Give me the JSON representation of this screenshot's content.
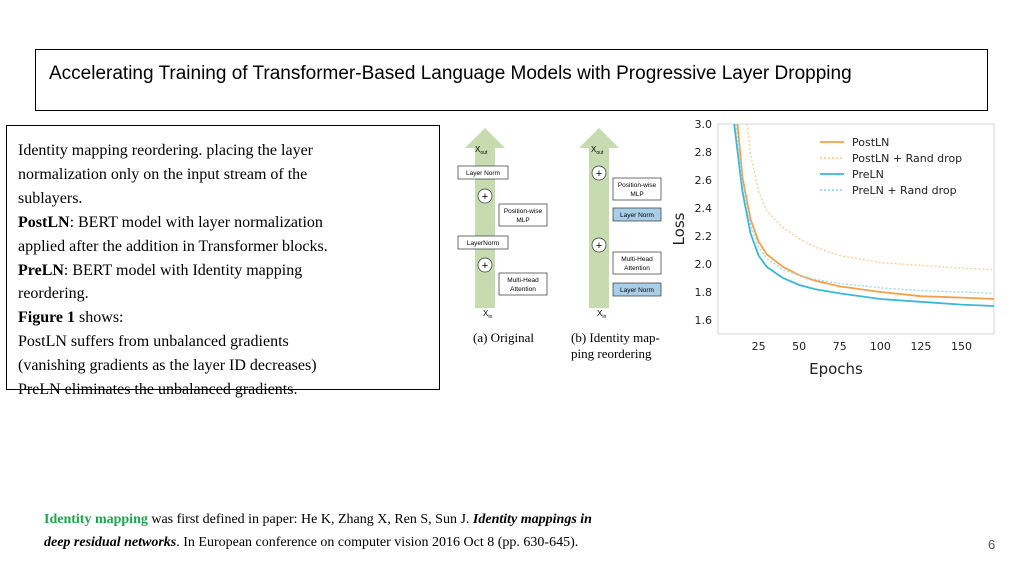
{
  "slide": {
    "title": "Accelerating Training of Transformer-Based Language Models with Progressive Layer Dropping",
    "page_number": "6"
  },
  "text_box": {
    "line1": "Identity mapping reordering. placing the layer",
    "line2": "normalization only on the input stream of the",
    "line3": "sublayers.",
    "postln_term": "PostLN",
    "postln_def_1": ": BERT model with layer normalization",
    "postln_def_2": "applied after the addition in Transformer blocks.",
    "preln_term": "PreLN",
    "preln_def_1": ": BERT model with Identity mapping",
    "preln_def_2": "reordering.",
    "figure_term": "Figure 1",
    "figure_rest": " shows:",
    "bullet1": "PostLN suffers from unbalanced gradients",
    "bullet2": "(vanishing gradients as the layer ID decreases)",
    "bullet3": "PreLN eliminates the unbalanced gradients."
  },
  "diagram": {
    "original": {
      "x_out": "X",
      "x_out_sub": "out",
      "x_in": "X",
      "x_in_sub": "in",
      "layer_norm_top": "Layer Norm",
      "mlp_1": "Position-wise",
      "mlp_2": "MLP",
      "layer_norm_mid": "LayerNorm",
      "attn_1": "Multi-Head",
      "attn_2": "Attention",
      "plus": "+",
      "caption": "(a) Original"
    },
    "reordered": {
      "x_out": "X",
      "x_out_sub": "out",
      "x_in": "X",
      "x_in_sub": "in",
      "mlp_1": "Position-wise",
      "mlp_2": "MLP",
      "layer_norm_1": "Layer Norm",
      "attn_1": "Multi-Head",
      "attn_2": "Attention",
      "layer_norm_2": "Layer Norm",
      "plus": "+",
      "caption_1": "(b) Identity map-",
      "caption_2": "ping reordering"
    },
    "colors": {
      "stream": "#c6dcb0",
      "norm_fill": "#a9cfe8",
      "box_border": "#333333"
    }
  },
  "chart_data": {
    "type": "line",
    "xlabel": "Epochs",
    "ylabel": "Loss",
    "xlim": [
      0,
      170
    ],
    "ylim": [
      1.5,
      3.0
    ],
    "xticks": [
      25,
      50,
      75,
      100,
      125,
      150
    ],
    "xtick_labels": [
      "25",
      "50",
      "75",
      "100",
      "125",
      "150"
    ],
    "yticks": [
      1.6,
      1.8,
      2.0,
      2.2,
      2.4,
      2.6,
      2.8,
      3.0
    ],
    "ytick_labels": [
      "1.6",
      "1.8",
      "2.0",
      "2.2",
      "2.4",
      "2.6",
      "2.8",
      "3.0"
    ],
    "legend_position": "top-right",
    "series": [
      {
        "name": "PostLN",
        "color": "#f4a04a",
        "dashed": false,
        "x": [
          12,
          15,
          20,
          25,
          30,
          40,
          50,
          60,
          75,
          100,
          125,
          150,
          170
        ],
        "y": [
          3.0,
          2.62,
          2.32,
          2.16,
          2.07,
          1.98,
          1.92,
          1.88,
          1.84,
          1.8,
          1.77,
          1.76,
          1.75
        ]
      },
      {
        "name": "PostLN + Rand drop",
        "color": "#f8cfa0",
        "dashed": true,
        "x": [
          18,
          20,
          25,
          30,
          40,
          50,
          60,
          75,
          100,
          125,
          150,
          170
        ],
        "y": [
          3.0,
          2.78,
          2.52,
          2.38,
          2.26,
          2.18,
          2.12,
          2.06,
          2.01,
          1.99,
          1.97,
          1.96
        ]
      },
      {
        "name": "PreLN",
        "color": "#3bb8d6",
        "dashed": false,
        "x": [
          10,
          15,
          20,
          25,
          30,
          40,
          50,
          60,
          75,
          100,
          125,
          150,
          170
        ],
        "y": [
          3.0,
          2.52,
          2.22,
          2.06,
          1.98,
          1.9,
          1.85,
          1.82,
          1.79,
          1.75,
          1.73,
          1.71,
          1.7
        ]
      },
      {
        "name": "PreLN + Rand drop",
        "color": "#9fd8ea",
        "dashed": true,
        "x": [
          11,
          15,
          20,
          25,
          30,
          40,
          50,
          60,
          75,
          100,
          125,
          150,
          170
        ],
        "y": [
          3.0,
          2.58,
          2.28,
          2.12,
          2.04,
          1.96,
          1.92,
          1.89,
          1.86,
          1.83,
          1.81,
          1.8,
          1.79
        ]
      }
    ]
  },
  "footnote": {
    "term": "Identity mapping",
    "text1": " was first defined in paper: He K, Zhang X, Ren S, Sun J. ",
    "title1": "Identity mappings in",
    "title2": "deep residual networks",
    "text2": ". In European conference on computer vision 2016 Oct 8 (pp. 630-645)."
  }
}
